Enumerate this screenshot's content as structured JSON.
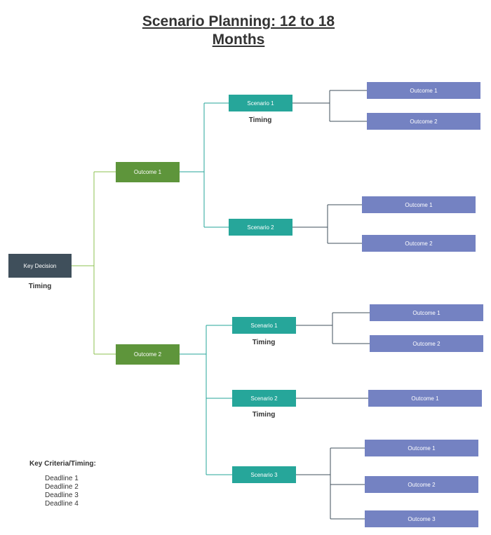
{
  "title_line1": "Scenario Planning: 12 to 18",
  "title_line2": "Months",
  "key_decision": "Key Decision",
  "timing": "Timing",
  "outcome_1": "Outcome 1",
  "outcome_2": "Outcome 2",
  "outcome_3": "Outcome 3",
  "scenario_1": "Scenario 1",
  "scenario_2": "Scenario 2",
  "scenario_3": "Scenario 3",
  "criteria": {
    "title": "Key Criteria/Timing:",
    "deadlines": [
      "Deadline 1",
      "Deadline 2",
      "Deadline 3",
      "Deadline 4"
    ]
  },
  "colors": {
    "key_decision": "#3f4f5b",
    "level1": "#5e953b",
    "scenario": "#26a69a",
    "outcome": "#7482c2",
    "line_green": "#8cc152",
    "line_teal": "#26a69a",
    "line_dark": "#3f4f5b"
  }
}
